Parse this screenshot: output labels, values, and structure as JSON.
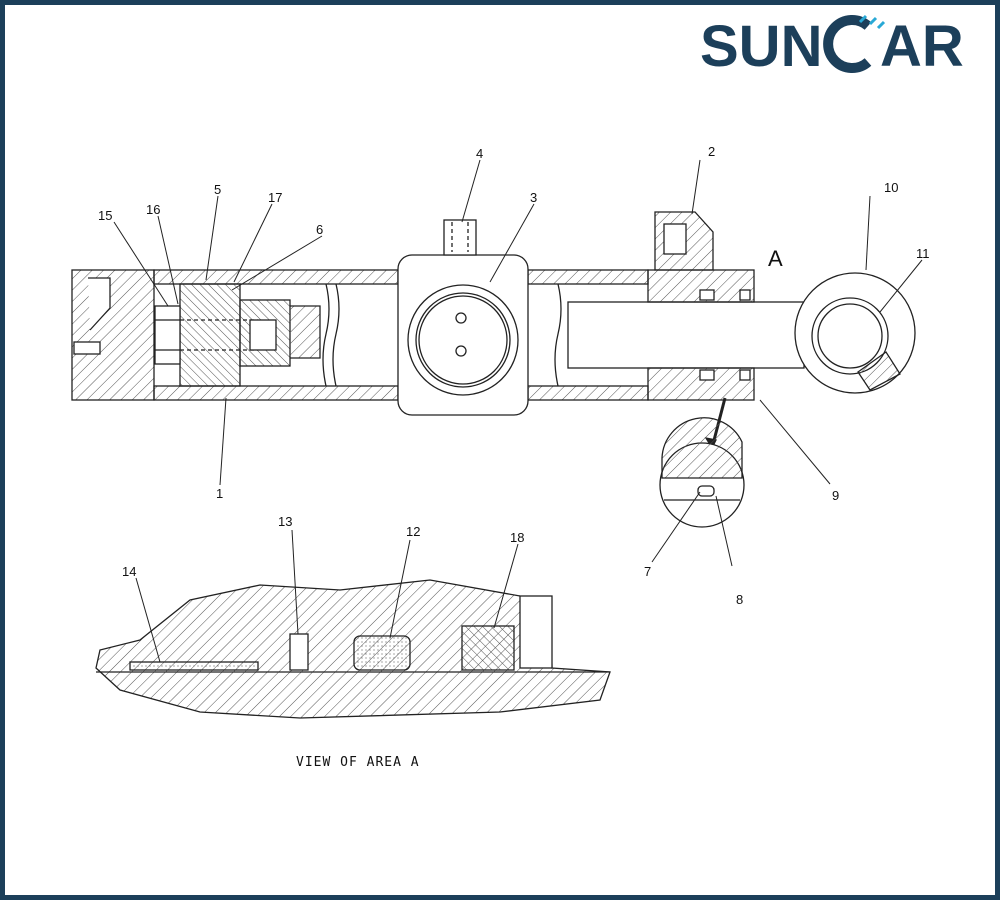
{
  "logo": {
    "text_left": "SUN",
    "text_right": "AR",
    "color_dark": "#1c3f5a",
    "color_accent": "#29a9d6"
  },
  "area_label": "A",
  "view_caption": "VIEW OF AREA A",
  "callouts": {
    "c1": "1",
    "c2": "2",
    "c3": "3",
    "c4": "4",
    "c5": "5",
    "c6": "6",
    "c7": "7",
    "c8": "8",
    "c9": "9",
    "c10": "10",
    "c11": "11",
    "c12": "12",
    "c13": "13",
    "c14": "14",
    "c15": "15",
    "c16": "16",
    "c17": "17",
    "c18": "18"
  },
  "colors": {
    "frame": "#1c3f5a",
    "line": "#222222",
    "hatch": "#555555"
  }
}
